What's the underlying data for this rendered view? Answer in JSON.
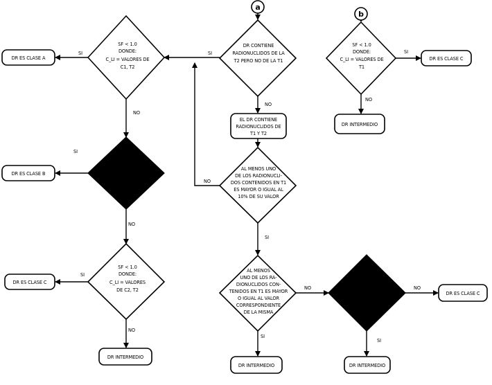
{
  "connectors": {
    "a": "a",
    "b": "b"
  },
  "nodes": {
    "d_sf_c1c2": [
      "SF < 1.0",
      "DONDE:",
      "C_LI = VALORES DE",
      "C1, T2"
    ],
    "box_clase_a": "DR ES CLASE A",
    "d_black_1": "",
    "box_clase_b": "DR ES CLASE B",
    "d_sf_c2t2": [
      "SF < 1.0",
      "DONDE:",
      "C_LI = VALORES",
      "DE C2, T2"
    ],
    "box_clase_c_left": "DR ES CLASE C",
    "box_intermedio_left": "DR INTERMEDIO",
    "d_contiene_t2": [
      "DR CONTIENE",
      "RADIONUCLIDOS DE LA",
      "T2 PERO NO DE LA T1"
    ],
    "box_contiene_t1t2": [
      "EL DR CONTIENE",
      "RADIONUCLIDOS DE",
      "T1 Y T2"
    ],
    "d_al_menos_10": [
      "AL MENOS UNO",
      "DE LOS RADIONUCLI-",
      "DOS CONTENIDOS EN T1",
      "ES MAYOR O IGUAL AL",
      "10% DE SU VALOR"
    ],
    "d_al_menos_valor": [
      "AL MENOS",
      "UNO DE LOS RA-",
      "DIONUCLIDOS CON-",
      "TENIDOS EN T1 ES MAYOR",
      "O IGUAL AL VALOR",
      "CORRESPONDIENTE",
      "DE LA MISMA"
    ],
    "d_black_2": "",
    "box_clase_c_right": "DR ES CLASE C",
    "box_intermedio_mid": "DR INTERMEDIO",
    "box_intermedio_right": "DR INTERMEDIO",
    "d_sf_t1": [
      "SF < 1.0",
      "DONDE:",
      "C_LI = VALORES DE",
      "T1"
    ],
    "box_clase_c_top": "DR ES CLASE C",
    "box_intermedio_top": "DR INTERMEDIO"
  },
  "edge_labels": {
    "yes": "SI",
    "no": "NO"
  }
}
